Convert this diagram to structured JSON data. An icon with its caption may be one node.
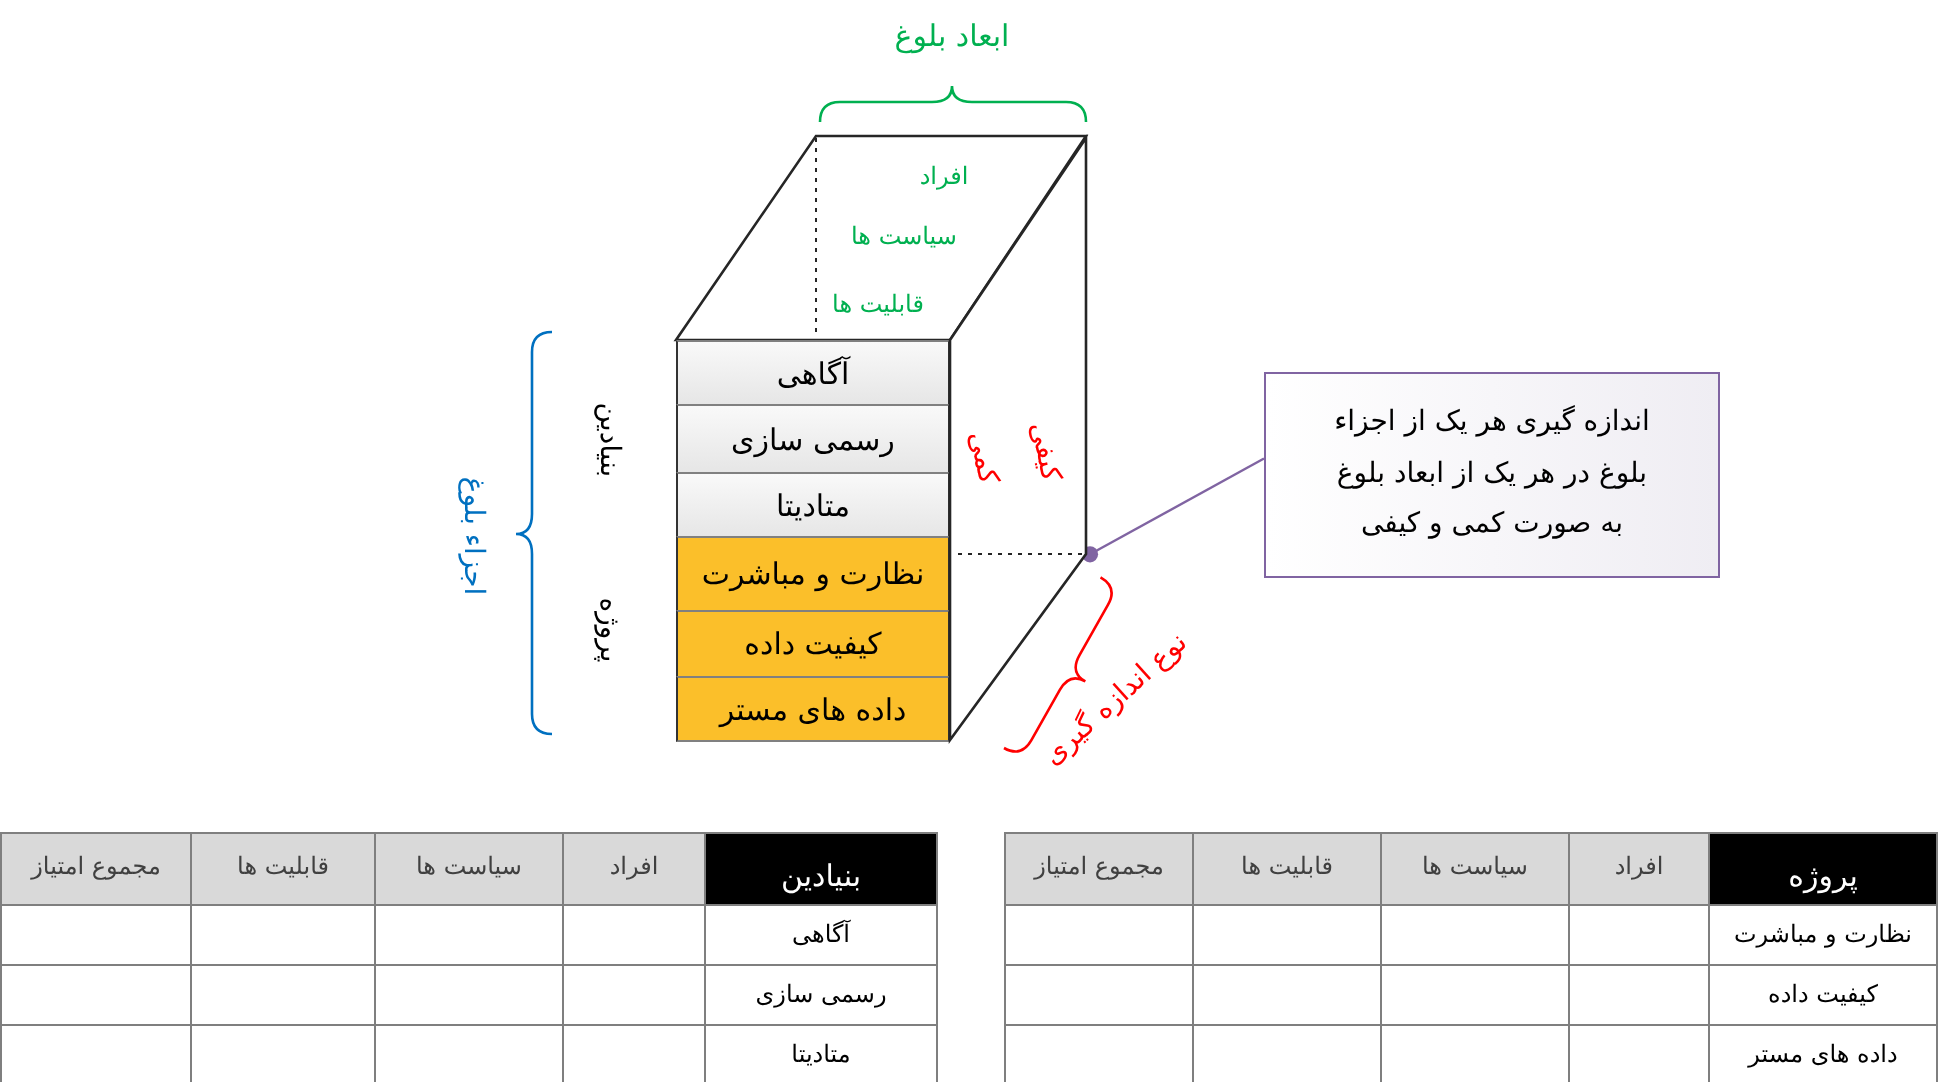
{
  "diagram": {
    "nodes": [
      {
        "text": [
          "افراد",
          "سیاست ها",
          "قابلیت ها"
        ]
      },
      {
        "text": [
          "آگاهی"
        ]
      },
      {
        "text": [
          "رسمی سازی"
        ]
      },
      {
        "text": [
          "متادیتا"
        ]
      },
      {
        "text": [
          "نظارت و مباشرت"
        ]
      },
      {
        "text": [
          "کیفیت داده"
        ]
      },
      {
        "text": [
          "داده های مستر"
        ]
      },
      {
        "text": [
          "کیفی",
          "کمی"
        ]
      },
      {
        "text": [
          "اندازه گیری هر یک از اجزاء بلوغ در هر یک از ابعاد بلوغ به صورت کمی و کیفی"
        ]
      }
    ],
    "edges": [
      {
        "from": 8,
        "to": 7,
        "arrow": "other"
      }
    ],
    "labels": [
      "ابعاد بلوغ",
      "اجزاء بلوغ",
      "بنیادین",
      "پروژه",
      "نوع اندازه گیری",
      "بنیادین",
      "افراد",
      "سیاست ها",
      "قابلیت ها",
      "مجموع امتیاز",
      "آگاهی",
      "رسمی سازی",
      "متادیتا",
      "پروژه",
      "افراد",
      "سیاست ها",
      "قابلیت ها",
      "مجموع امتیاز",
      "نظارت و مباشرت",
      "کیفیت داده",
      "داده های مستر"
    ]
  }
}
